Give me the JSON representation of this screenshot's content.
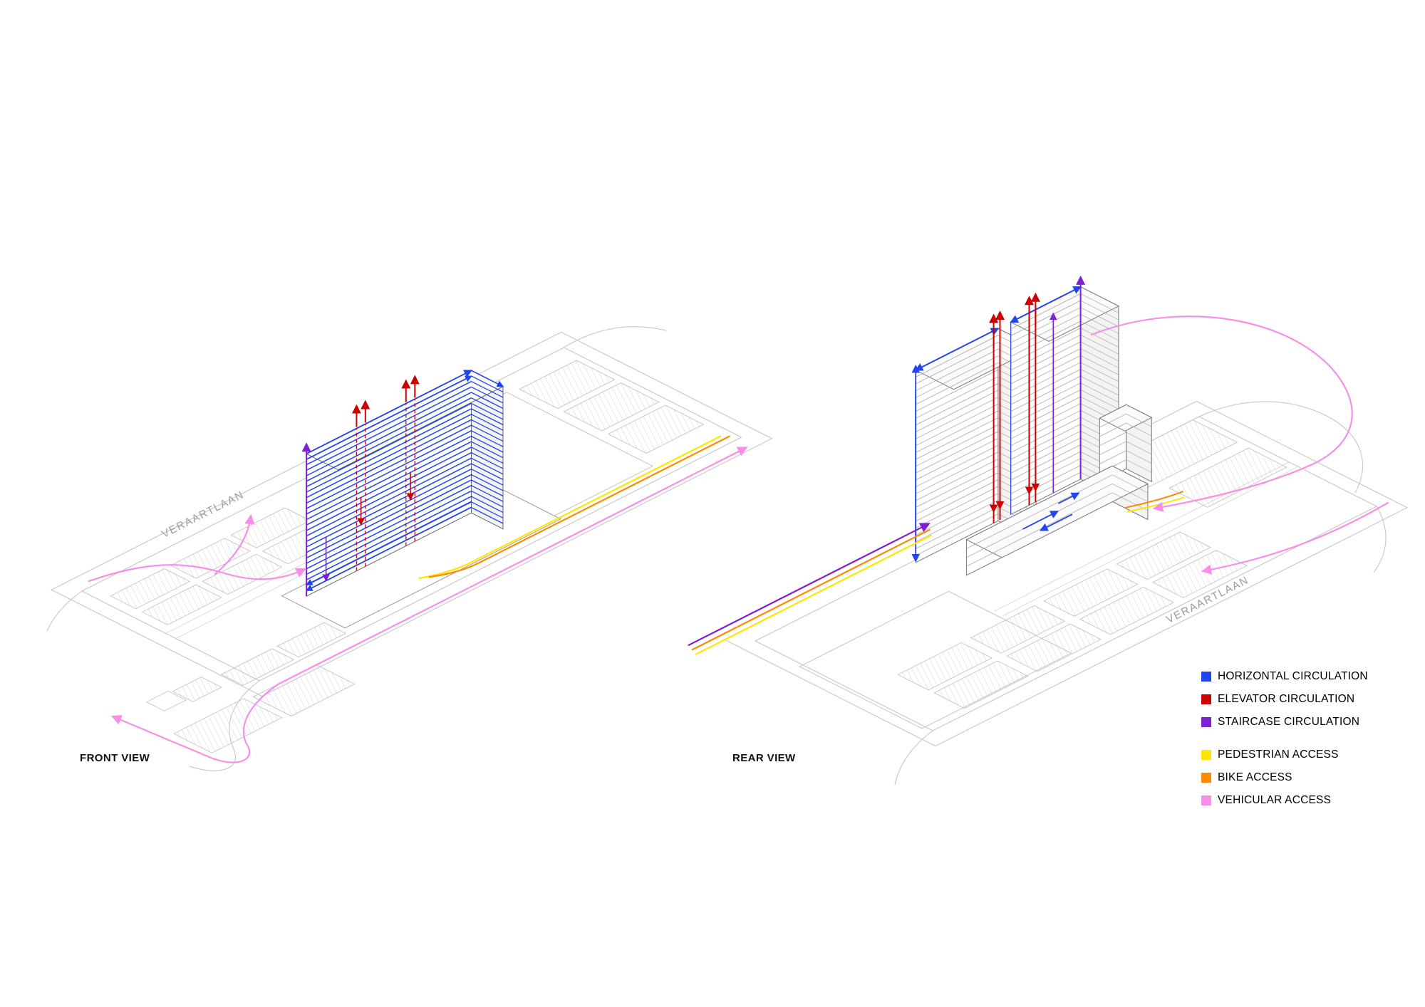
{
  "views": [
    {
      "id": "front",
      "label": "FRONT VIEW",
      "street_label": "VERAARTLAAN"
    },
    {
      "id": "rear",
      "label": "REAR VIEW",
      "street_label": "VERAARTLAAN"
    }
  ],
  "legend": {
    "groups": [
      {
        "name": "circulation",
        "items": [
          {
            "key": "horizontal",
            "label": "HORIZONTAL CIRCULATION",
            "color": "#2244ee"
          },
          {
            "key": "elevator",
            "label": "ELEVATOR CIRCULATION",
            "color": "#cc0000"
          },
          {
            "key": "staircase",
            "label": "STAIRCASE CIRCULATION",
            "color": "#7d1fd3"
          }
        ]
      },
      {
        "name": "access",
        "items": [
          {
            "key": "pedestrian",
            "label": "PEDESTRIAN ACCESS",
            "color": "#ffe600"
          },
          {
            "key": "bike",
            "label": "BIKE ACCESS",
            "color": "#ff8a00"
          },
          {
            "key": "vehicular",
            "label": "VEHICULAR ACCESS",
            "color": "#f78fe8"
          }
        ]
      }
    ]
  }
}
